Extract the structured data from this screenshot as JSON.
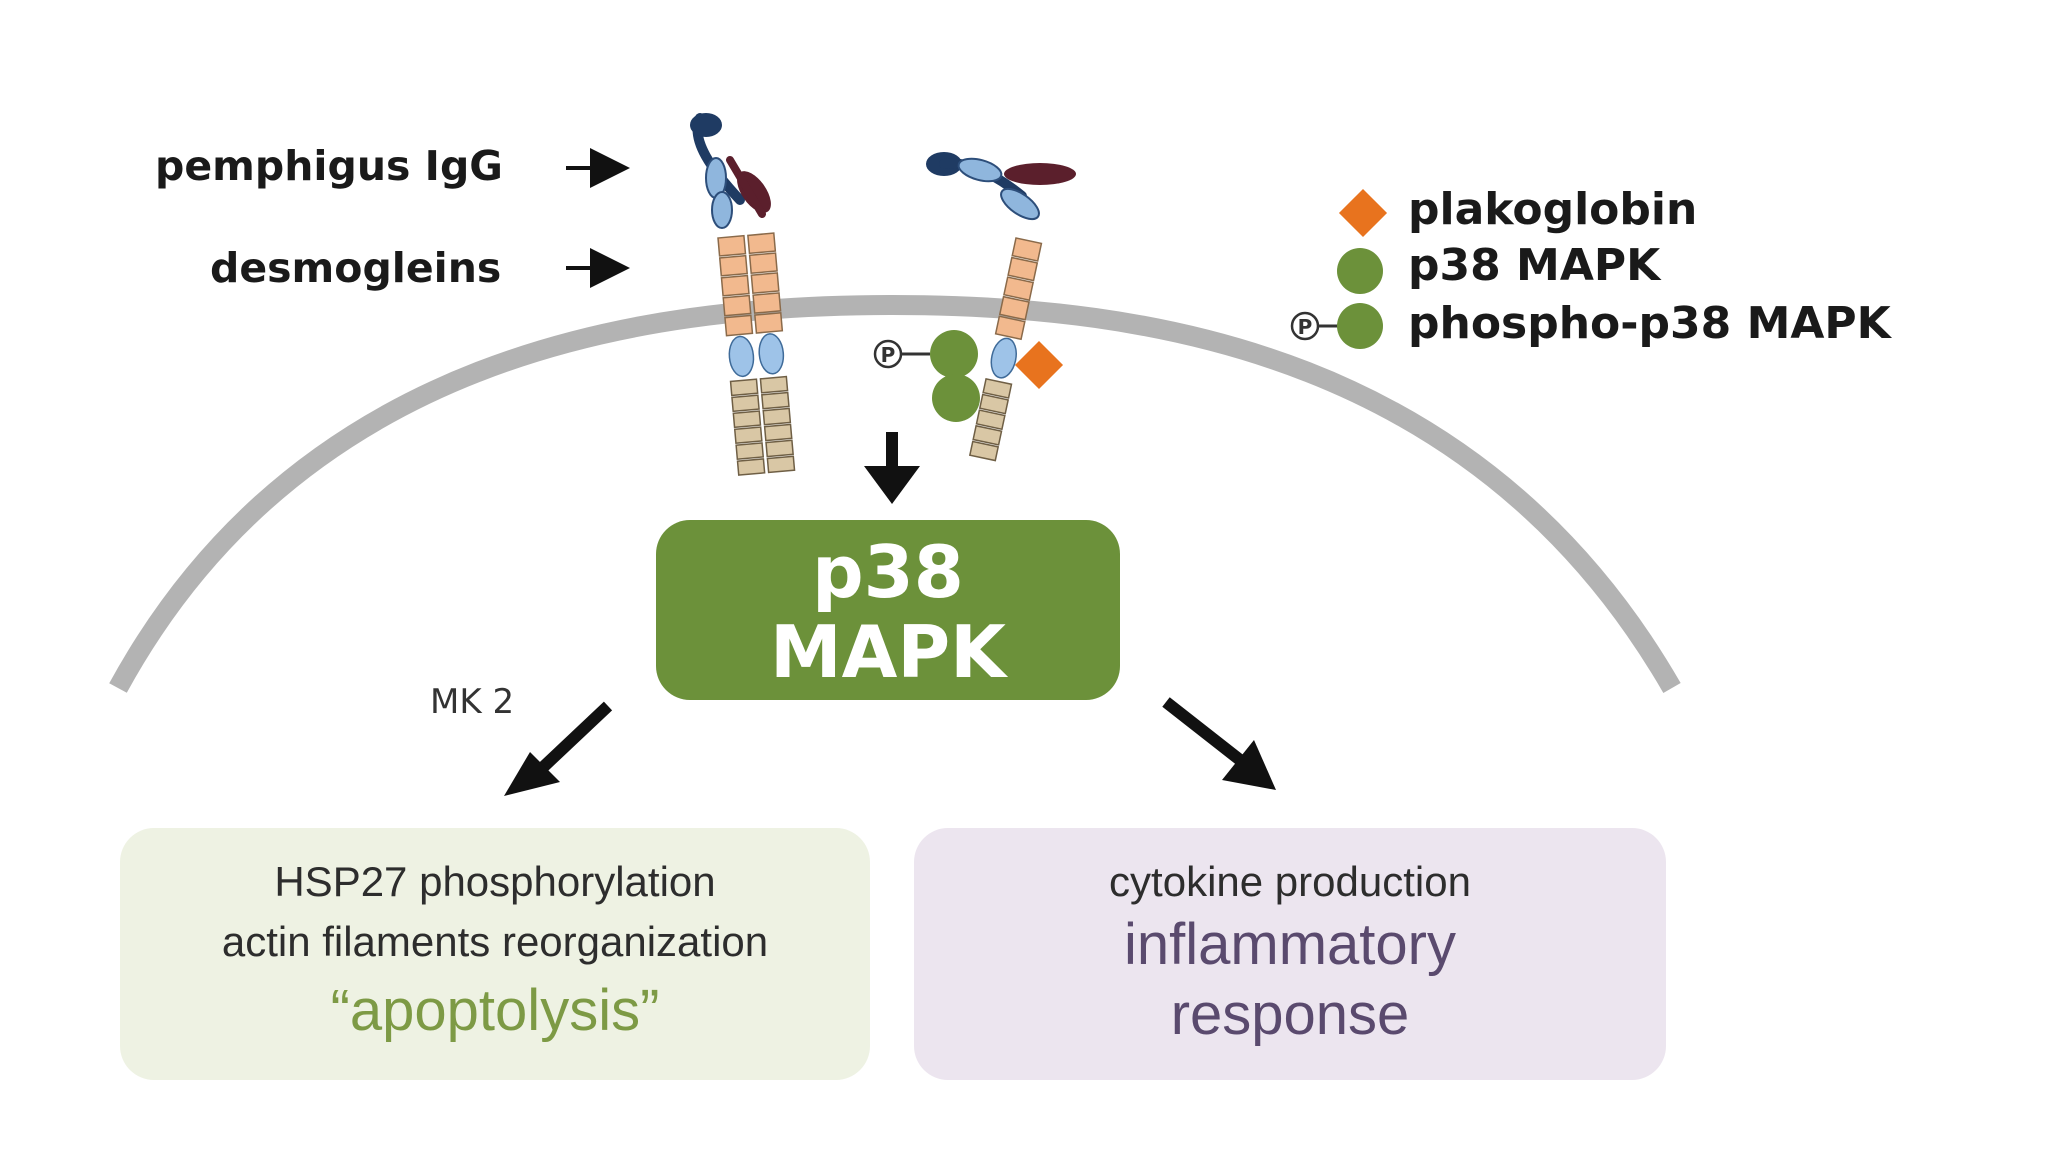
{
  "labels": {
    "pemphigus_igg": "pemphigus IgG",
    "desmogleins": "desmogleins",
    "mk2": "MK 2",
    "phospho_symbol": "P"
  },
  "legend": {
    "plakoglobin": "plakoglobin",
    "p38_mapk": "p38 MAPK",
    "phospho_p38_mapk": "phospho-p38 MAPK"
  },
  "center_box": {
    "line1": "p38",
    "line2": "MAPK"
  },
  "left_box": {
    "line1": "HSP27 phosphorylation",
    "line2": "actin filaments reorganization",
    "line3": "“apoptolysis”"
  },
  "right_box": {
    "line1": "cytokine production",
    "line2": "inflammatory",
    "line3": "response"
  },
  "colors": {
    "membrane": "#b3b3b3",
    "p38_green": "#6c913a",
    "plakoglobin_orange": "#e8731e",
    "desmoglein_orange": "#f2b98e",
    "desmoglein_tan": "#d9c7a5",
    "desmoglein_blue": "#9ec3e8",
    "antibody_navy": "#1f3b63",
    "antibody_maroon": "#5b1f2c",
    "left_box_bg": "#eef2e3",
    "right_box_bg": "#ece5ef",
    "apoptolysis_text": "#7d9a45",
    "inflammatory_text": "#5a4a6e"
  }
}
